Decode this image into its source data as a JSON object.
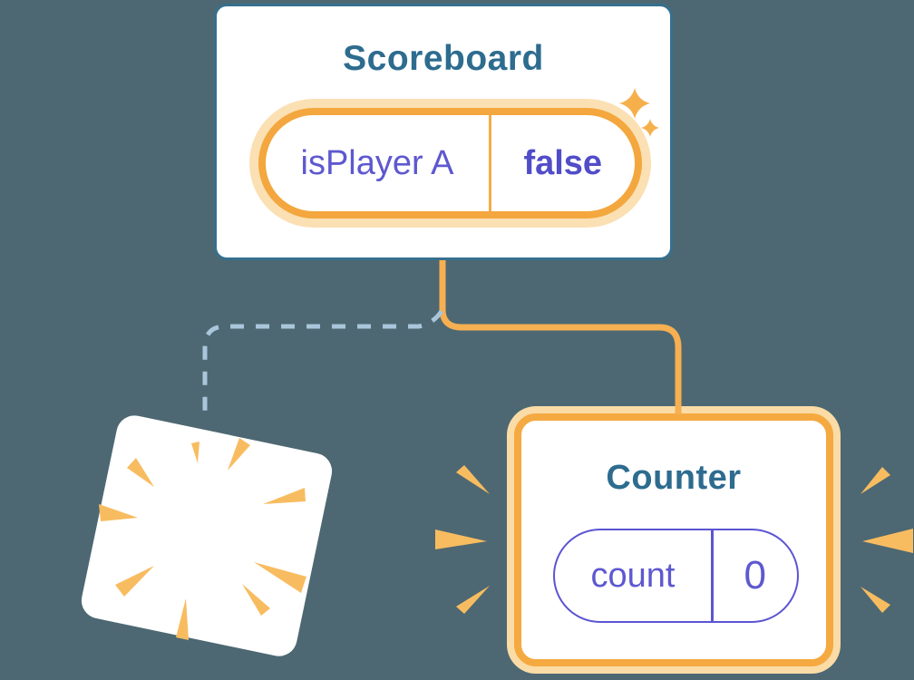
{
  "scoreboard": {
    "title": "Scoreboard",
    "state": {
      "name": "isPlayer A",
      "value": "false"
    }
  },
  "counter": {
    "title": "Counter",
    "state": {
      "name": "count",
      "value": "0"
    }
  },
  "icons": {
    "sparkles": "two four-point stars marking fresh state",
    "poof_burst": "radial rays marking destroyed component",
    "emphasis_rays": "side wedges emphasizing new component"
  },
  "colors": {
    "background": "#4D6872",
    "card_background": "#FFFFFF",
    "card_border_teal": "#35708E",
    "component_title": "#2D6C8F",
    "state_text_purple": "#5E58D0",
    "state_value_bold_purple": "#514DC9",
    "highlight_orange": "#F3A73E",
    "highlight_orange_light": "#FBE0B4",
    "connector_orange": "#F6AF51",
    "connector_dashed_blue": "#A9C6DB",
    "burst_orange": "#F8BC60"
  }
}
